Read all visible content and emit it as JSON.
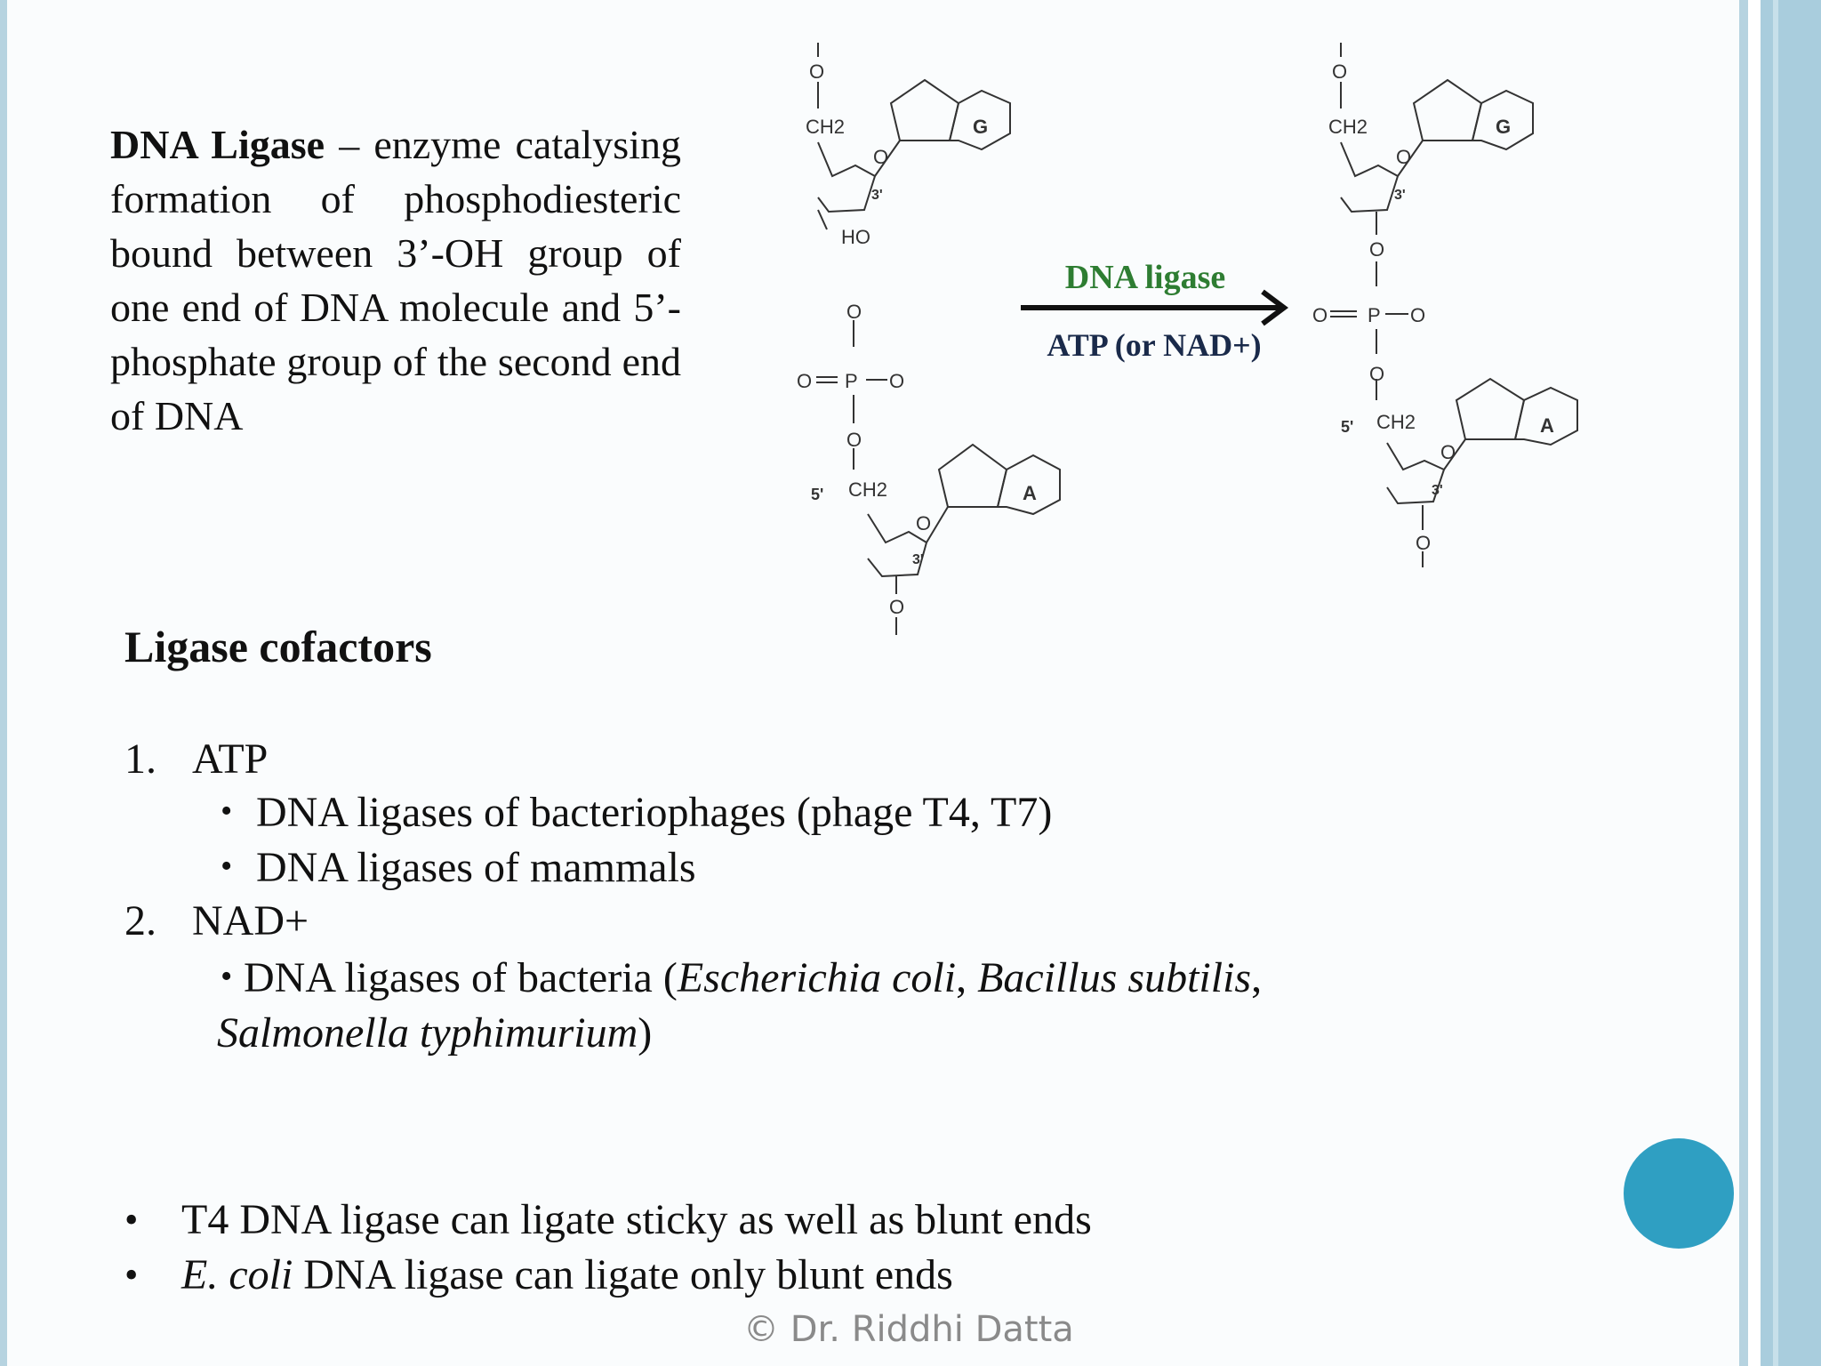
{
  "definition": {
    "term": "DNA Ligase",
    "text": " – enzyme catalysing formation of phosphodiesteric bound between 3’-OH group of one end of DNA molecule and 5’-phosphate group of the second end of DNA"
  },
  "diagram": {
    "arrow_label_top": "DNA ligase",
    "arrow_label_bottom": "ATP (or NAD+)",
    "base_top": "G",
    "base_bottom": "A",
    "ch2": "CH2",
    "ho": "HO",
    "o": "O",
    "p": "P",
    "o_minus": "O",
    "prime3": "3'",
    "prime5": "5'",
    "colors": {
      "arrow_label_top": "#2e7d32",
      "arrow_label_bottom": "#1a2a4a"
    }
  },
  "cofactors": {
    "heading": "Ligase cofactors",
    "items": [
      {
        "number": "1.",
        "label": "ATP",
        "bullets": [
          "DNA ligases of bacteriophages (phage T4, T7)",
          "DNA ligases of mammals"
        ]
      },
      {
        "number": "2.",
        "label": "NAD+",
        "bullet_parts": {
          "lead": "DNA ligases of bacteria (",
          "sp1": "Escherichia coli",
          "sep1": ", ",
          "sp2": "Bacillus subtilis",
          "sep2": ",",
          "sp3": "Salmonella typhimurium",
          "end": ")"
        }
      }
    ]
  },
  "notes": {
    "note1": "T4 DNA ligase can ligate sticky as well as blunt ends",
    "note2_italic": "E. coli",
    "note2_rest": " DNA ligase can ligate only blunt ends"
  },
  "copyright": "© Dr. Riddhi Datta",
  "accent_color": "#2f9fc2"
}
